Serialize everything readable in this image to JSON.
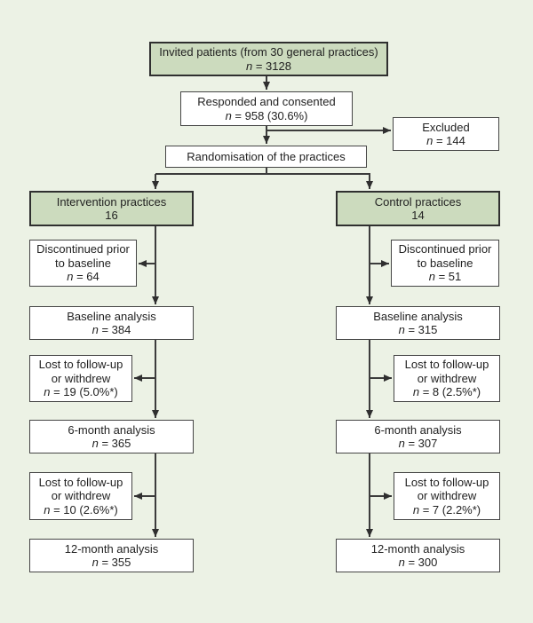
{
  "figure": {
    "type": "consort-flow-diagram",
    "colors": {
      "background": "#ecf2e5",
      "box_green_fill": "#ccdbbe",
      "box_white_fill": "#ffffff",
      "box_border": "#2f2f2f",
      "arrow": "#3c3c3c"
    }
  },
  "boxes": {
    "invited": {
      "lines": [
        "Invited patients (from 30 general practices)",
        "n = 3128"
      ]
    },
    "responded": {
      "lines": [
        "Responded and consented",
        "n = 958 (30.6%)"
      ]
    },
    "excluded": {
      "lines": [
        "Excluded",
        "n = 144"
      ]
    },
    "randomisation": {
      "lines": [
        "Randomisation of the practices"
      ]
    },
    "intervention": {
      "lines": [
        "Intervention practices",
        "16"
      ]
    },
    "control": {
      "lines": [
        "Control practices",
        "14"
      ]
    },
    "discontinued_intervention": {
      "lines": [
        "Discontinued prior",
        "to baseline",
        "n = 64"
      ]
    },
    "discontinued_control": {
      "lines": [
        "Discontinued prior",
        "to baseline",
        "n = 51"
      ]
    },
    "baseline_intervention": {
      "lines": [
        "Baseline analysis",
        "n = 384"
      ]
    },
    "baseline_control": {
      "lines": [
        "Baseline analysis",
        "n = 315"
      ]
    },
    "lost6_intervention": {
      "lines": [
        "Lost to follow-up",
        "or withdrew",
        "n = 19 (5.0%*)"
      ]
    },
    "lost6_control": {
      "lines": [
        "Lost to follow-up",
        "or withdrew",
        "n = 8 (2.5%*)"
      ]
    },
    "month6_intervention": {
      "lines": [
        "6-month analysis",
        "n = 365"
      ]
    },
    "month6_control": {
      "lines": [
        "6-month analysis",
        "n = 307"
      ]
    },
    "lost12_intervention": {
      "lines": [
        "Lost to follow-up",
        "or withdrew",
        "n = 10 (2.6%*)"
      ]
    },
    "lost12_control": {
      "lines": [
        "Lost to follow-up",
        "or withdrew",
        "n = 7 (2.2%*)"
      ]
    },
    "month12_intervention": {
      "lines": [
        "12-month analysis",
        "n = 355"
      ]
    },
    "month12_control": {
      "lines": [
        "12-month analysis",
        "n = 300"
      ]
    }
  }
}
